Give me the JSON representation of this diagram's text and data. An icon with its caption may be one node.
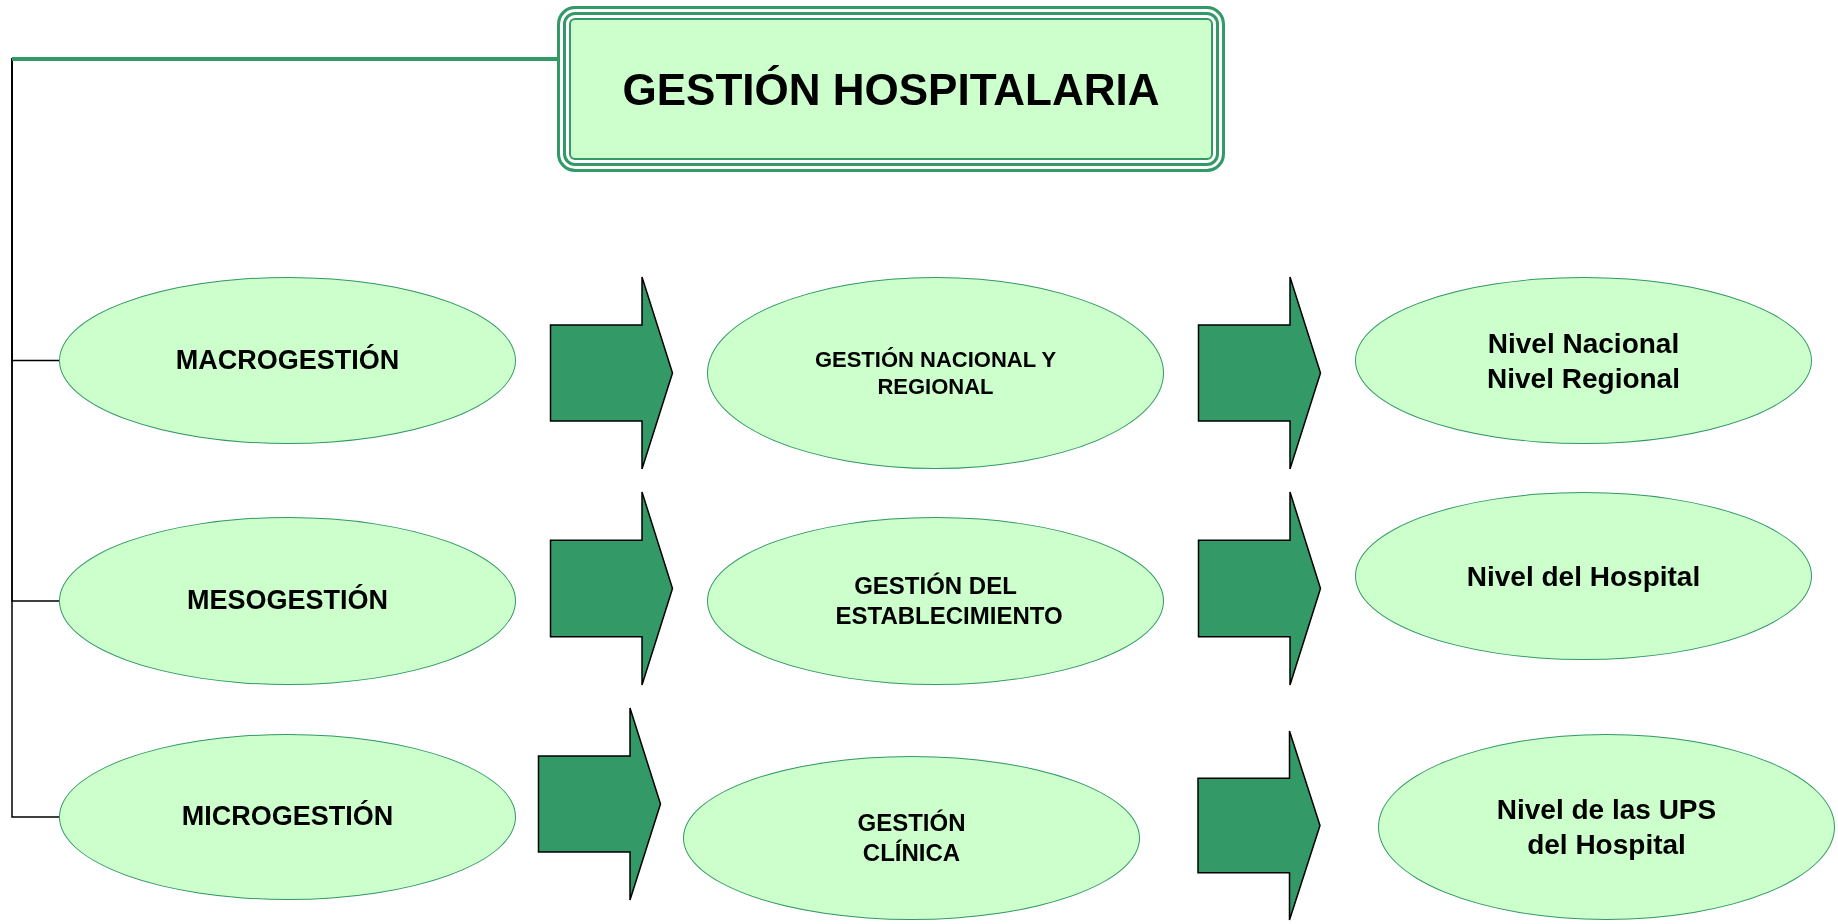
{
  "diagram": {
    "nodes": [
      {
        "text": [
          "GESTIÓN HOSPITALARIA"
        ]
      },
      {
        "text": [
          "MACROGESTIÓN"
        ]
      },
      {
        "text": [
          "GESTIÓN NACIONAL Y REGIONAL"
        ]
      },
      {
        "text": [
          "Nivel Nacional Nivel Regional"
        ]
      },
      {
        "text": [
          "MESOGESTIÓN"
        ]
      },
      {
        "text": [
          "GESTIÓN DEL ESTABLECIMIENTO"
        ]
      },
      {
        "text": [
          "Nivel del Hospital"
        ]
      },
      {
        "text": [
          "MICROGESTIÓN"
        ]
      },
      {
        "text": [
          "GESTIÓN CLÍNICA"
        ]
      },
      {
        "text": [
          "Nivel de las UPS del Hospital"
        ]
      }
    ],
    "edges": [
      {
        "from": 0,
        "to": 1,
        "arrow": "none"
      },
      {
        "from": 0,
        "to": 4,
        "arrow": "none"
      },
      {
        "from": 0,
        "to": 7,
        "arrow": "none"
      },
      {
        "from": 1,
        "to": 2,
        "arrow": "to",
        "style": "thick"
      },
      {
        "from": 2,
        "to": 3,
        "arrow": "to",
        "style": "thick"
      },
      {
        "from": 4,
        "to": 5,
        "arrow": "to",
        "style": "thick"
      },
      {
        "from": 5,
        "to": 6,
        "arrow": "to",
        "style": "thick"
      },
      {
        "from": 7,
        "to": 8,
        "arrow": "to",
        "style": "thick"
      },
      {
        "from": 8,
        "to": 9,
        "arrow": "to",
        "style": "thick"
      }
    ]
  }
}
